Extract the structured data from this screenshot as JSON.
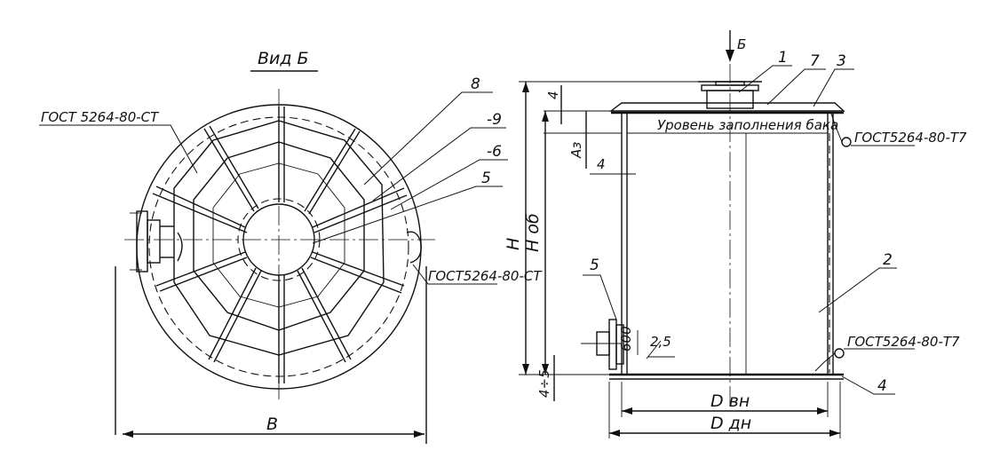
{
  "left_view": {
    "title": "Вид Б",
    "label_gost_top": "ГОСТ 5264-80-СТ",
    "label_gost_right": "ГОСТ5264-80-СТ",
    "callouts": [
      "8",
      "-9",
      "-6",
      "5"
    ],
    "dim_b": "В"
  },
  "right_view": {
    "arrow_label": "Б",
    "callouts_top": [
      "1",
      "7",
      "3"
    ],
    "fill_level": "Уровень заполнения бака",
    "gost_top": "ГОСТ5264-80-Т7",
    "gost_bottom": "ГОСТ5264-80-Т7",
    "dim_h": "Н",
    "dim_hob": "Н об",
    "dim_top_thk": "4",
    "dim_az": "Аз",
    "dim_wall": "4",
    "dim_bottom": "4÷5",
    "dim_600": "600",
    "dim_25": "2,5",
    "callout_5": "5",
    "callout_2": "2",
    "callout_4": "4",
    "dim_dvn": "D вн",
    "dim_dn": "D дн"
  }
}
